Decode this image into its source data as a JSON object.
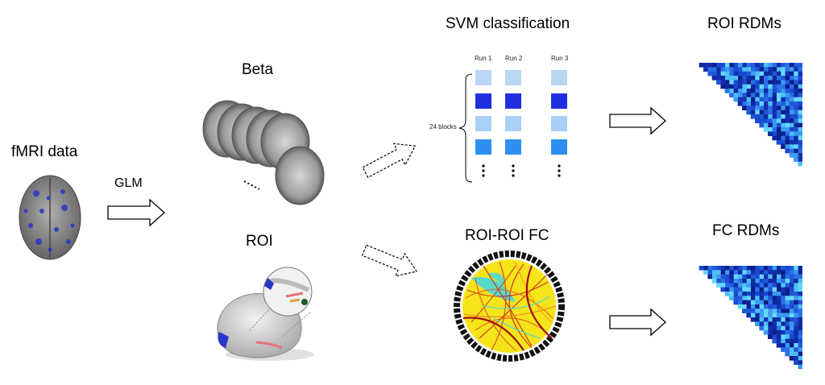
{
  "labels": {
    "fmri": "fMRI data",
    "glm": "GLM",
    "beta": "Beta",
    "roi": "ROI",
    "svm": "SVM classification",
    "roi_fc": "ROI-ROI FC",
    "roi_rdms": "ROI RDMs",
    "fc_rdms": "FC RDMs"
  },
  "svm": {
    "runs": [
      "Run 1",
      "Run 2",
      "Run 3"
    ],
    "blocks_label": "24 blocks",
    "block_colors": [
      "#b9d6f2",
      "#1f2fe0",
      "#a9d0f6",
      "#2e8ff0"
    ]
  },
  "colors": {
    "brain_gray": "#8a8a8a",
    "brain_blue": "#2a35c8",
    "rdm_dark": "#0a2a9a",
    "rdm_light": "#66d8ff",
    "fc_yellow": "#f7e81c",
    "fc_red": "#c81e1e",
    "fc_cyan": "#3ad8e8"
  }
}
